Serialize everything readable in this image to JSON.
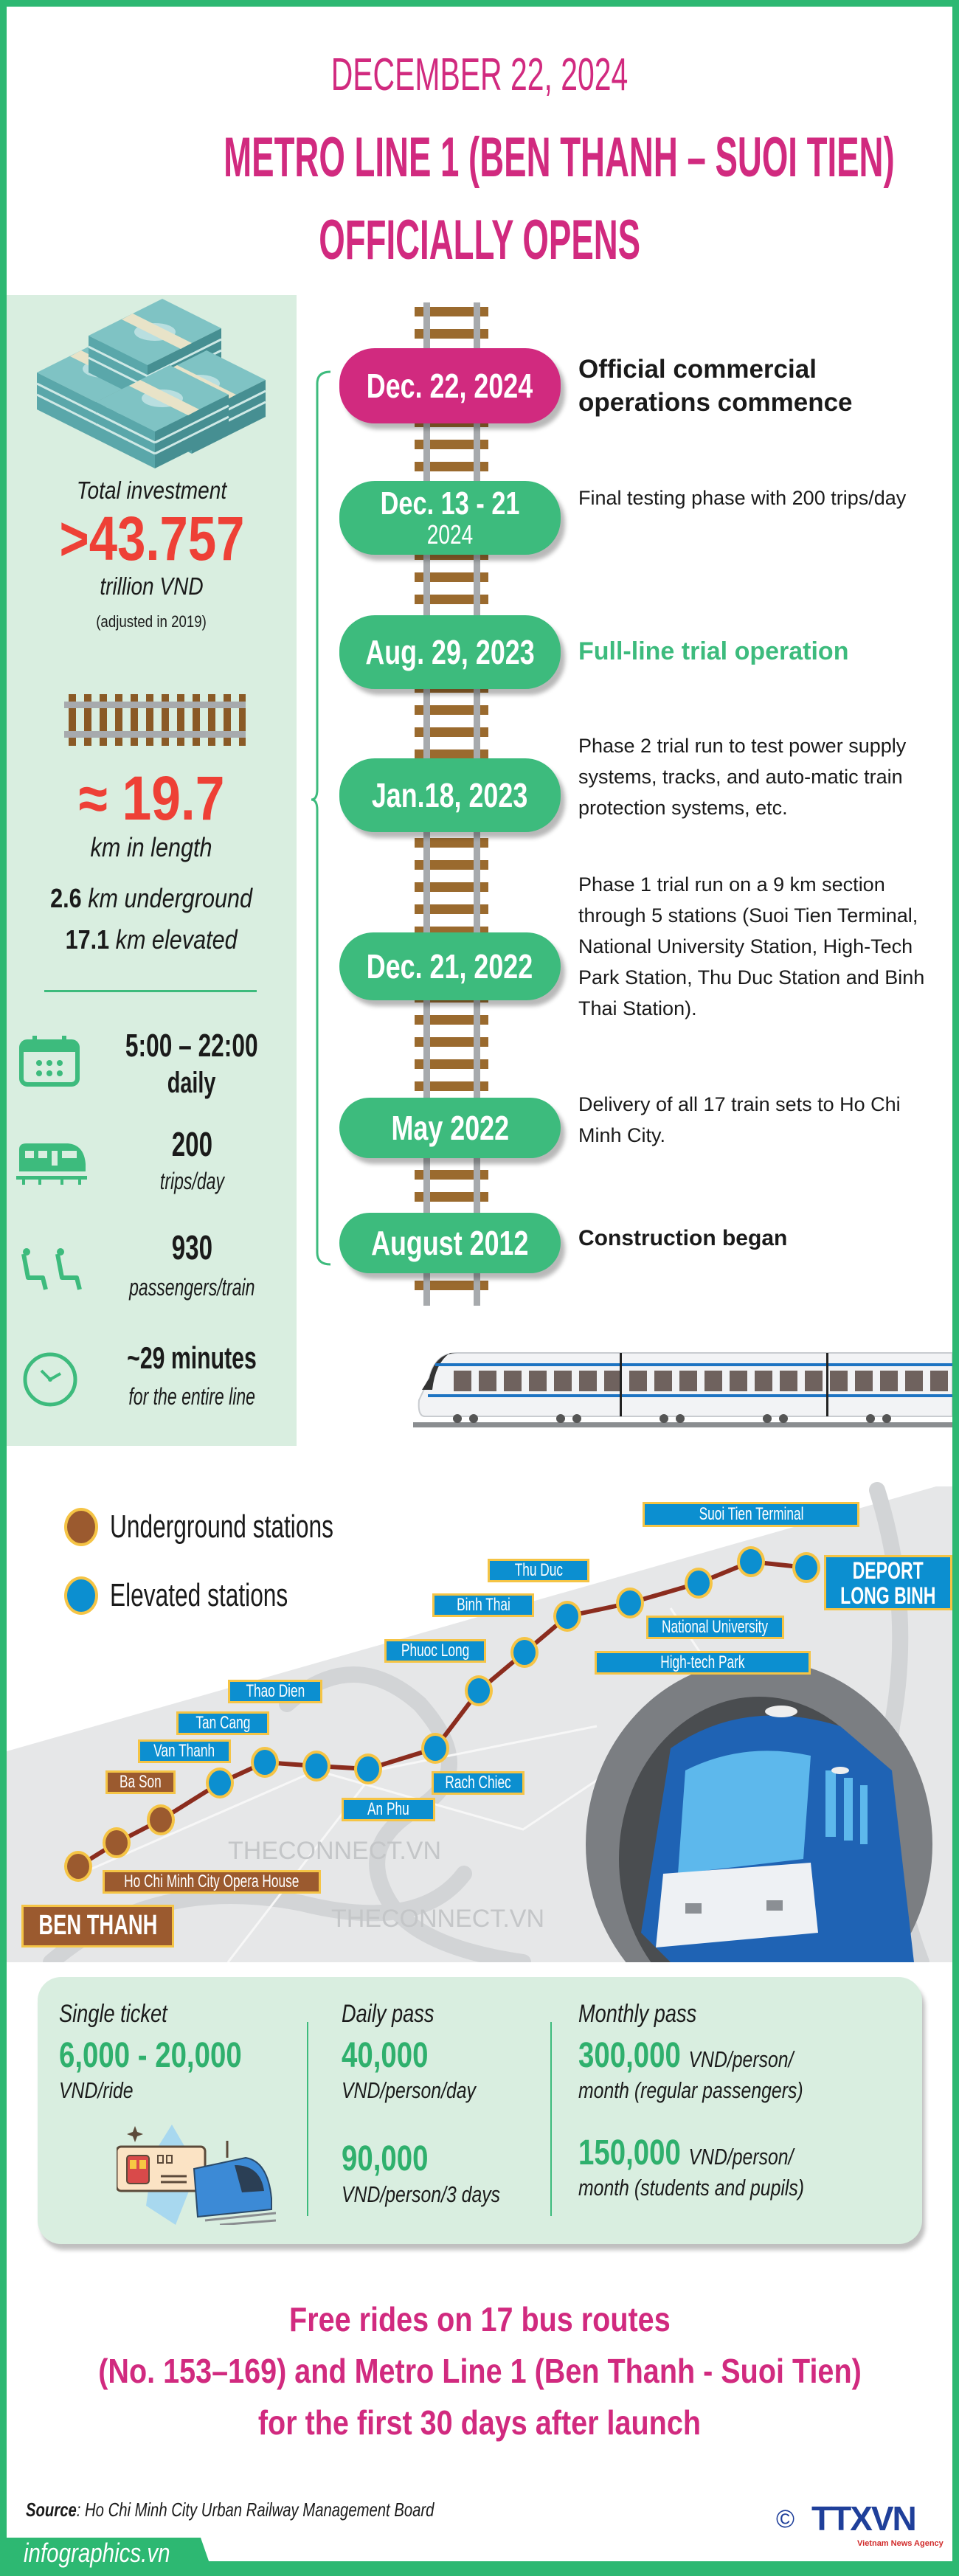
{
  "colors": {
    "accent_pink": "#d12a7f",
    "accent_green": "#3dbb7d",
    "panel_bg": "#d9eee0",
    "highlight_red": "#ee4036",
    "elevated_blue": "#0c8fd0",
    "underground_brown": "#9b5a2f"
  },
  "header": {
    "date": "DECEMBER 22, 2024",
    "title_line1": "METRO LINE 1 (BEN THANH – SUOI TIEN)",
    "title_line2": "OFFICIALLY OPENS"
  },
  "stats": {
    "investment_label": "Total investment",
    "investment_value": ">43.757",
    "investment_unit": "trillion VND",
    "investment_note": "(adjusted in 2019)",
    "length_value": "≈ 19.7",
    "length_unit": "km in length",
    "underground_value": "2.6",
    "underground_unit": "km underground",
    "elevated_value": "17.1",
    "elevated_unit": "km elevated",
    "hours_value": "5:00 – 22:00",
    "hours_unit": "daily",
    "trips_value": "200",
    "trips_unit": "trips/day",
    "capacity_value": "930",
    "capacity_unit": "passengers/train",
    "duration_value": "~29 minutes",
    "duration_unit": "for the entire line"
  },
  "timeline": [
    {
      "date": "Dec. 22, 2024",
      "text": "Official commercial operations commence",
      "highlight": "pink"
    },
    {
      "date": "Dec. 13 - 21",
      "date_sub": "2024",
      "text": "Final testing phase with 200 trips/day"
    },
    {
      "date": "Aug. 29, 2023",
      "text": "Full-line trial operation",
      "highlight": "green"
    },
    {
      "date": "Jan.18, 2023",
      "text": "Phase 2 trial run to test power supply systems, tracks, and auto-matic train protection systems, etc."
    },
    {
      "date": "Dec. 21, 2022",
      "text": "Phase 1 trial run on a 9 km section through 5 stations (Suoi Tien Terminal, National University Station, High-Tech Park Station, Thu Duc Station and Binh Thai Station)."
    },
    {
      "date": "May 2022",
      "text": "Delivery of all 17 train sets to Ho Chi Minh City."
    },
    {
      "date": "August 2012",
      "text": "Construction began",
      "highlight": "bold"
    }
  ],
  "map": {
    "legend": {
      "underground": "Underground stations",
      "elevated": "Elevated stations"
    },
    "watermark": "THECONNECT.VN",
    "stations": {
      "ben_thanh": "BEN THANH",
      "opera_house": "Ho Chi Minh City Opera House",
      "ba_son": "Ba Son",
      "van_thanh": "Van Thanh",
      "tan_cang": "Tan Cang",
      "thao_dien": "Thao Dien",
      "an_phu": "An Phu",
      "rach_chiec": "Rach Chiec",
      "phuoc_long": "Phuoc Long",
      "binh_thai": "Binh Thai",
      "thu_duc": "Thu Duc",
      "high_tech_park": "High-tech Park",
      "national_university": "National University",
      "suoi_tien": "Suoi Tien Terminal",
      "depot_line1": "DEPORT",
      "depot_line2": "LONG BINH"
    }
  },
  "fares": {
    "single": {
      "heading": "Single ticket",
      "price": "6,000 - 20,000",
      "unit": "VND/ride"
    },
    "daily": {
      "heading": "Daily pass",
      "price1": "40,000",
      "unit1": "VND/person/day",
      "price2": "90,000",
      "unit2": "VND/person/3 days"
    },
    "monthly": {
      "heading": "Monthly pass",
      "price1": "300,000",
      "unit1a": "VND/person/",
      "unit1b": "month (regular passengers)",
      "price2": "150,000",
      "unit2a": "VND/person/",
      "unit2b": "month (students and pupils)"
    }
  },
  "promo": [
    "Free rides on 17 bus routes",
    "(No. 153–169) and Metro Line 1 (Ben Thanh - Suoi Tien)",
    "for the first 30 days after launch"
  ],
  "footer": {
    "source_label": "Source",
    "source_text": ": Ho Chi Minh City Urban Railway Management Board",
    "site": "infographics.vn",
    "copyright": "©",
    "logo": "TTXVN",
    "logo_sub": "Vietnam News Agency"
  }
}
